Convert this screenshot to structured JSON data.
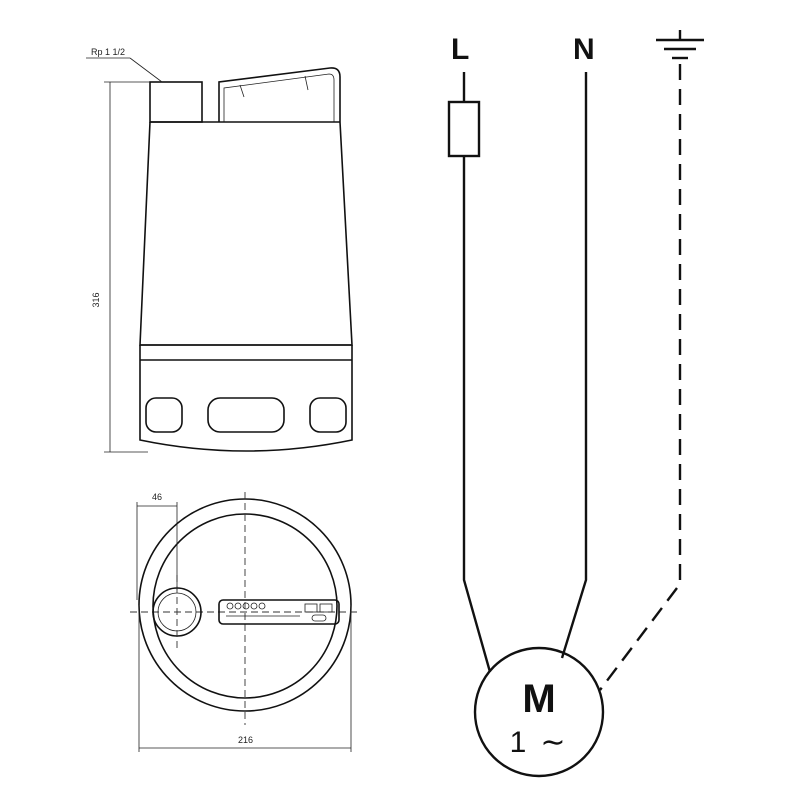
{
  "side_view": {
    "connection_label": "Rp 1 1/2",
    "height_label": "316"
  },
  "top_view": {
    "offset_label": "46",
    "diameter_label": "216"
  },
  "wiring": {
    "terminals": [
      "L",
      "N"
    ],
    "ground_symbol": "earth-ground-icon",
    "motor_label": "M",
    "motor_phase": "1",
    "motor_ac_symbol": "∼"
  }
}
